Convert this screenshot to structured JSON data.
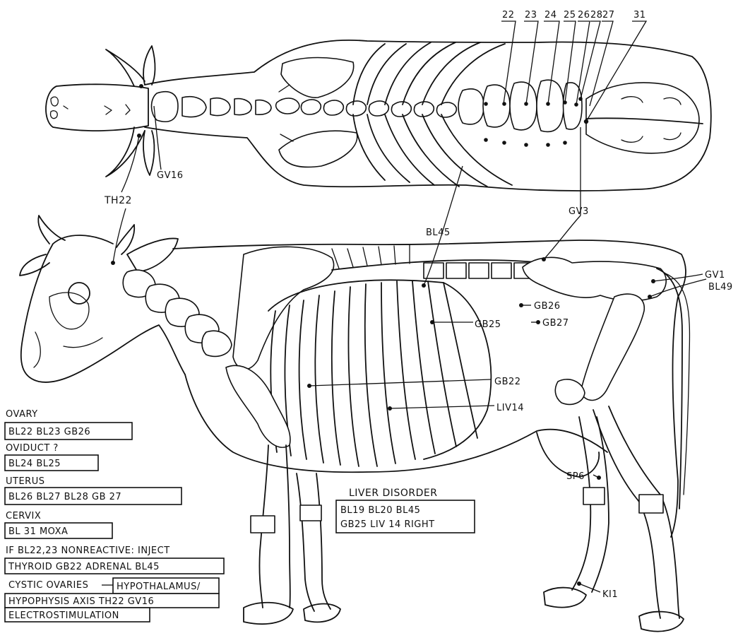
{
  "top_view": {
    "numbers": [
      "22",
      "23",
      "24",
      "25",
      "26",
      "28",
      "27",
      "31"
    ],
    "labels": {
      "gv16": "GV16",
      "th22": "TH22",
      "gv3": "GV3",
      "bl45": "BL45"
    }
  },
  "side_view": {
    "labels": {
      "gv1": "GV1",
      "bl49": "BL49",
      "gb26": "GB26",
      "gb25": "GB25",
      "gb27": "GB27",
      "gb22": "GB22",
      "liv14": "LIV14",
      "sp6": "SP6",
      "ki1": "KI1"
    }
  },
  "legend": {
    "ovary_heading": "OVARY",
    "ovary_points": "BL22 BL23 GB26",
    "oviduct_heading": "OVIDUCT ?",
    "oviduct_points": "BL24 BL25",
    "uterus_heading": "UTERUS",
    "uterus_points": "BL26 BL27 BL28 GB 27",
    "cervix_heading": "CERVIX",
    "cervix_points": "BL 31   MOXA",
    "nonreactive_line": "IF BL22,23 NONREACTIVE: INJECT",
    "nonreactive_points": "THYROID GB22   ADRENAL BL45",
    "cystic_heading": "CYSTIC OVARIES",
    "cystic_box_line1": "HYPOTHALAMUS/",
    "cystic_line2": "HYPOPHYSIS  AXIS  TH22  GV16",
    "cystic_line3": "ELECTROSTIMULATION"
  },
  "liver_disorder": {
    "heading": "LIVER DISORDER",
    "line1": "BL19  BL20  BL45",
    "line2": "GB25   LIV 14  RIGHT"
  }
}
